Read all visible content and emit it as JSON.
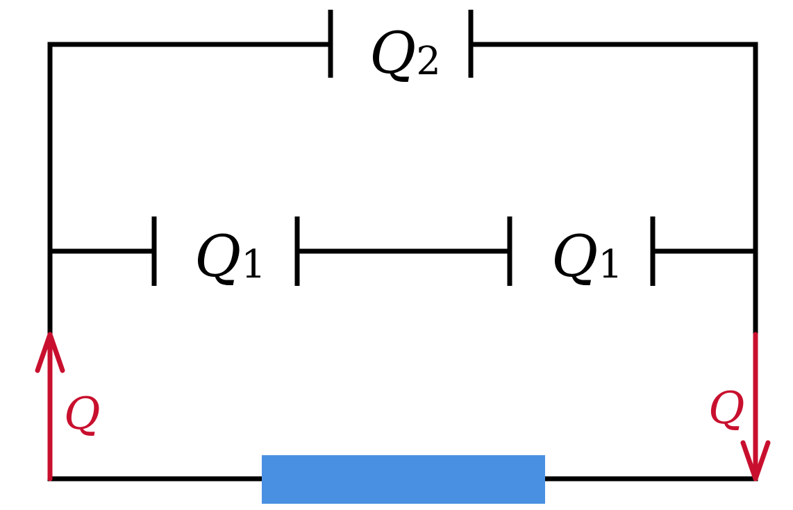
{
  "labels": {
    "top_capacitor": {
      "symbol": "Q",
      "subscript": "2"
    },
    "left_capacitor": {
      "symbol": "Q",
      "subscript": "1"
    },
    "right_capacitor": {
      "symbol": "Q",
      "subscript": "1"
    },
    "left_arrow_label": "Q",
    "right_arrow_label": "Q"
  },
  "colors": {
    "wire": "#000000",
    "arrow": "#c8102e",
    "source": "#4a90e2"
  }
}
